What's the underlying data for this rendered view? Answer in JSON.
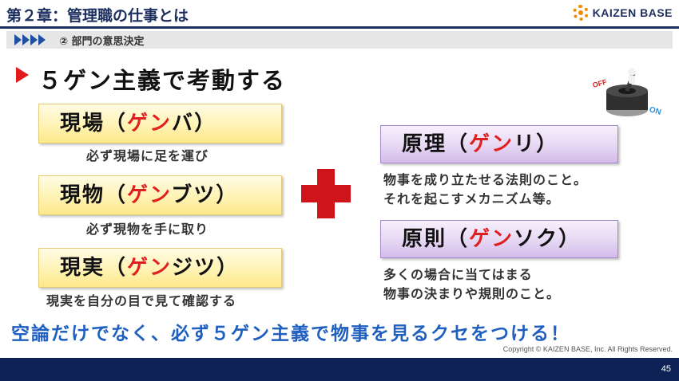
{
  "header": {
    "chapter_title": "第２章：管理職の仕事とは",
    "logo_text": "KAIZEN BASE"
  },
  "subheader": {
    "title": "② 部門の意思決定"
  },
  "main": {
    "heading": "５ゲン主義で考動する",
    "left_items": [
      {
        "kanji": "現場",
        "open": "（",
        "reading": "ゲン",
        "rest": "バ",
        "close": "）",
        "description": "必ず現場に足を運び"
      },
      {
        "kanji": "現物",
        "open": "（",
        "reading": "ゲン",
        "rest": "ブツ",
        "close": "）",
        "description": "必ず現物を手に取り"
      },
      {
        "kanji": "現実",
        "open": "（",
        "reading": "ゲン",
        "rest": "ジツ",
        "close": "）",
        "description": "現実を自分の目で見て確認する"
      }
    ],
    "right_items": [
      {
        "kanji": "原理",
        "open": "（",
        "reading": "ゲン",
        "rest": "リ",
        "close": "）",
        "description_line1": "物事を成り立たせる法則のこと。",
        "description_line2": "それを起こすメカニズム等。"
      },
      {
        "kanji": "原則",
        "open": "（",
        "reading": "ゲン",
        "rest": "ソク",
        "close": "）",
        "description_line1": "多くの場合に当てはまる",
        "description_line2": "物事の決まりや規則のこと。"
      }
    ],
    "conclusion": "空論だけでなく、必ず５ゲン主義で物事を見るクセをつける！"
  },
  "illustration": {
    "switch_off_label": "OFF",
    "switch_on_label": "ON"
  },
  "footer": {
    "copyright": "Copyright ©  KAIZEN BASE, Inc.  All Rights Reserved.",
    "page_number": "45"
  },
  "colors": {
    "navy": "#1c2f5e",
    "accent_red": "#e02020",
    "conclusion_blue": "#1f5fc0",
    "logo_orange": "#f08a00"
  }
}
